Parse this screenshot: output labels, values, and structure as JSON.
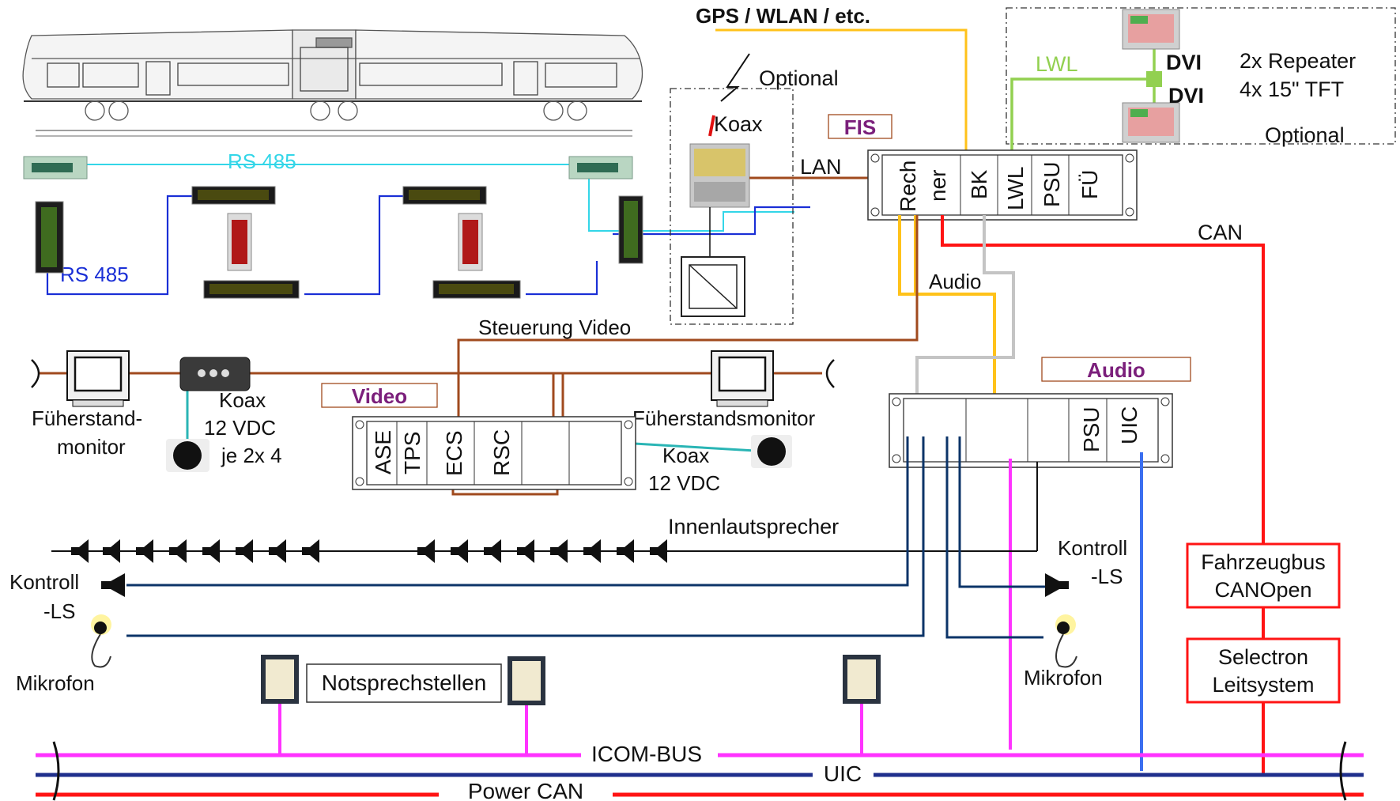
{
  "colors": {
    "rs485_light": "#33d6e8",
    "rs485_dark": "#1a2fd6",
    "brown": "#a04a1e",
    "yellow": "#ffc21a",
    "gray": "#c4c4c4",
    "red": "#ff1414",
    "green": "#92d050",
    "magenta": "#ff33ff",
    "navy": "#0c3468",
    "uic_blue": "#1f2f8c",
    "bright_blue": "#3b6ff0",
    "teal": "#2ab5b5",
    "purple_text": "#7b1f7b"
  },
  "labels": {
    "gps": "GPS / WLAN / etc.",
    "optional_top": "Optional",
    "koax_top": "Koax",
    "lan": "LAN",
    "fis": "FIS",
    "lwl_top": "LWL",
    "dvi_1": "DVI",
    "dvi_2": "DVI",
    "repeater_1": "2x Repeater",
    "repeater_2": "4x 15\" TFT",
    "optional_right": "Optional",
    "rs485_top": "RS 485",
    "rs485_left": "RS 485",
    "can": "CAN",
    "audio_line": "Audio",
    "steuerung_video": "Steuerung Video",
    "audio_box": "Audio",
    "video_box": "Video",
    "fuehrerstand_1": "Füherstand-",
    "fuehrerstand_2": "monitor",
    "koax_mid": "Koax",
    "vdc_left": "12 VDC",
    "je": "je 2x 4",
    "fuehrerstandsmonitor": "Füherstandsmonitor",
    "koax_right": "Koax",
    "vdc_right": "12 VDC",
    "innenlautsprecher": "Innenlautsprecher",
    "kontroll_left_1": "Kontroll",
    "kontroll_left_2": "-LS",
    "kontroll_right_1": "Kontroll",
    "kontroll_right_2": "-LS",
    "mikrofon_left": "Mikrofon",
    "mikrofon_right": "Mikrofon",
    "notsprechstellen": "Notsprechstellen",
    "fahrzeugbus_1": "Fahrzeugbus",
    "fahrzeugbus_2": "CANOpen",
    "selectron_1": "Selectron",
    "selectron_2": "Leitsystem",
    "icom_bus": "ICOM-BUS",
    "uic_bus": "UIC",
    "power_can": "Power CAN"
  },
  "fis_rack": {
    "slots": [
      "Rech",
      "ner",
      "BK",
      "LWL",
      "PSU",
      "FÜ"
    ]
  },
  "video_rack": {
    "slots": [
      "ASE",
      "TPS",
      "ECS",
      "RSC"
    ]
  },
  "audio_rack": {
    "slots": [
      "PSU",
      "UIC"
    ]
  }
}
